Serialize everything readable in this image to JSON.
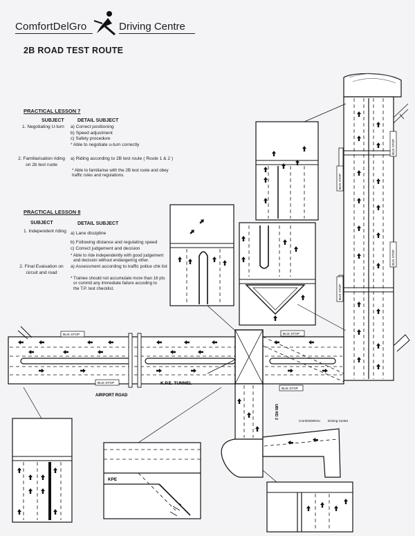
{
  "header": {
    "brand_left": "ComfortDelGro",
    "brand_right": "Driving Centre",
    "title": "2B ROAD TEST ROUTE"
  },
  "lesson7": {
    "heading": "PRACTICAL LESSON 7",
    "subject_header": "SUBJECT",
    "detail_header": "DETAIL SUBJECT",
    "subject1": "1. Negotiating U-turn",
    "details1": [
      "a) Correct positioning",
      "b) Speed adjustment",
      "c) Safety procedure",
      "* Able to negotiate u-turn correctly"
    ],
    "subject2_line1": "2. Familiarisation riding",
    "subject2_line2": "on 2b test ruote",
    "details2": [
      "a) Riding according to 2B test route ( Route 1 & 2 )"
    ],
    "note2": [
      "* Able to familiarise with the 2B test ruote and obey",
      "traffic rules and regulations."
    ]
  },
  "lesson8": {
    "heading": "PRACTICAL LESSON 8",
    "subject_header": "SUBJECT",
    "detail_header": "DETAIL SUBJECT",
    "subject1": "1. Independent riding",
    "details1": [
      "a) Lane discipline",
      "b) Following distance and regulating speed",
      "c) Correct judgement and decision"
    ],
    "note1": [
      "* Able to ride independently with good judgement",
      "and decision without endangering other."
    ],
    "subject2_line1": "2. Final Evaluation on",
    "subject2_line2": "circuit and road",
    "details2": [
      "a) Assessment according to traffic police chk list"
    ],
    "note2": [
      "* Trainee should not accumulate more than 16 pts",
      "or commit any immediate failure accoding to",
      "the T.P. test checklist."
    ]
  },
  "map": {
    "bus_stop": "BUS STOP",
    "airport_road": "AIRPORT ROAD",
    "kpe_tunnel": "K.P.E. TUNNEL",
    "kpe": "KPE",
    "ubi_rd": "UBI RD 2",
    "small_brand_left": "ComfortDelGro",
    "small_brand_right": "Driving Centre"
  }
}
